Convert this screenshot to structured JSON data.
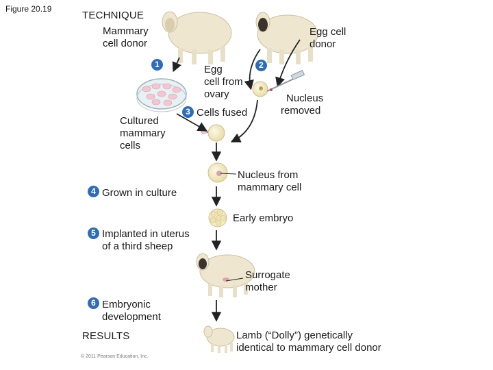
{
  "figure_label": "Figure 20.19",
  "technique_heading": "TECHNIQUE",
  "results_heading": "RESULTS",
  "mammary_donor": [
    "Mammary",
    "cell donor"
  ],
  "egg_donor": [
    "Egg cell",
    "donor"
  ],
  "egg_from_ovary": [
    "Egg",
    "cell from",
    "ovary"
  ],
  "nucleus_removed": [
    "Nucleus",
    "removed"
  ],
  "cultured_cells": [
    "Cultured",
    "mammary",
    "cells"
  ],
  "cells_fused": "Cells fused",
  "nucleus_from": [
    "Nucleus from",
    "mammary cell"
  ],
  "grown_in_culture": "Grown in culture",
  "early_embryo": "Early embryo",
  "implanted": [
    "Implanted in uterus",
    "of a third sheep"
  ],
  "surrogate": [
    "Surrogate",
    "mother"
  ],
  "embryonic": [
    "Embryonic",
    "development"
  ],
  "lamb": [
    "Lamb (“Dolly”) genetically",
    "identical to mammary cell donor"
  ],
  "step_numbers": [
    "1",
    "2",
    "3",
    "4",
    "5",
    "6"
  ],
  "copyright": "© 2011 Pearson Education, Inc.",
  "colors": {
    "badge": "#2f6db5",
    "wool": "#efe6d0",
    "sheep_face": "#3a332c",
    "arrow": "#222222"
  }
}
